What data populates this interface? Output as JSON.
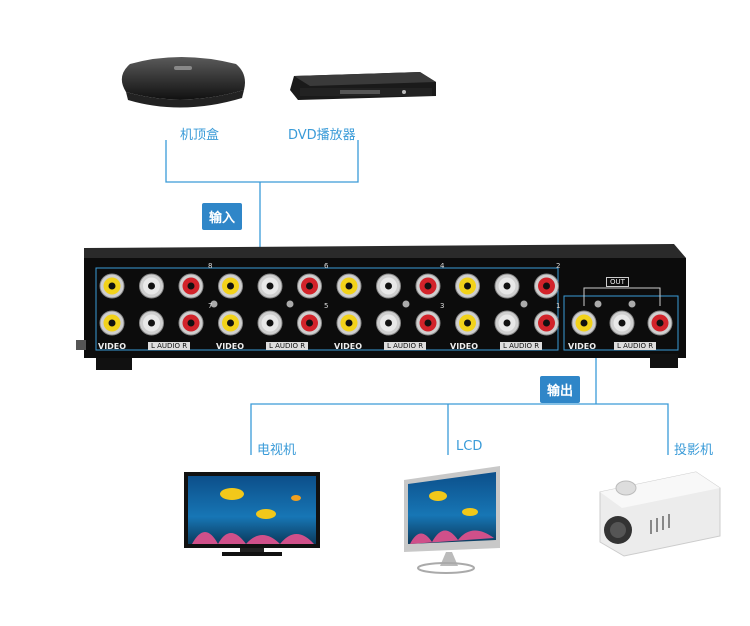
{
  "inputs": {
    "badge": "输入",
    "devices": [
      {
        "label": "机顶盒",
        "icon": "set-top-box-icon"
      },
      {
        "label": "DVD播放器",
        "icon": "dvd-player-icon"
      }
    ]
  },
  "outputs": {
    "badge": "输出",
    "devices": [
      {
        "label": "电视机",
        "icon": "tv-icon"
      },
      {
        "label": "LCD",
        "icon": "lcd-monitor-icon"
      },
      {
        "label": "投影机",
        "icon": "projector-icon"
      }
    ]
  },
  "switcher": {
    "channel_numbers_top": [
      "8",
      "6",
      "4",
      "2"
    ],
    "channel_numbers_bottom": [
      "7",
      "5",
      "3",
      "1"
    ],
    "group_labels": [
      {
        "video": "VIDEO",
        "audio": "L AUDIO R"
      },
      {
        "video": "VIDEO",
        "audio": "L AUDIO R"
      },
      {
        "video": "VIDEO",
        "audio": "L AUDIO R"
      },
      {
        "video": "VIDEO",
        "audio": "L AUDIO R"
      }
    ],
    "out_label": "OUT",
    "out_video": "VIDEO",
    "out_audio": "L AUDIO R"
  },
  "colors": {
    "line": "#3a9bd8",
    "badge": "#2f86c8",
    "jack_video": "#f2d21a",
    "jack_left": "#e8e8e8",
    "jack_right": "#d2232a"
  }
}
